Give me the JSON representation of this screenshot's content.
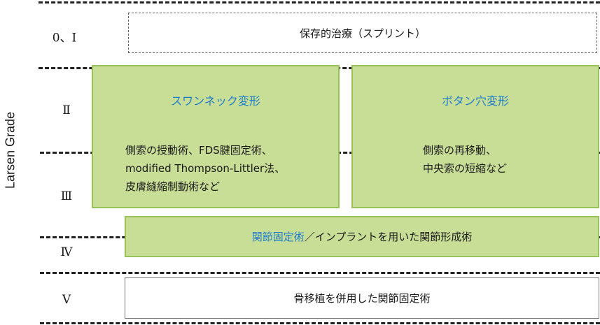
{
  "axis_label": "Larsen Grade",
  "grades": [
    "0、Ⅰ",
    "Ⅱ",
    "Ⅲ",
    "Ⅳ",
    "Ⅴ"
  ],
  "conservative": "保存的治療（スプリント）",
  "swan_neck": {
    "title": "スワンネック変形",
    "lines": [
      "側索の授動術、FDS腱固定術、",
      "modified Thompson-Littler法、",
      "皮膚縫縮制動術など"
    ]
  },
  "boutonniere": {
    "title": "ボタン穴変形",
    "lines": [
      "側索の再移動、",
      "中央索の短縮など"
    ]
  },
  "grade4": {
    "highlight": "関節固定術",
    "rest": "／インプラントを用いた関節形成術"
  },
  "grade5": "骨移植を併用した関節固定術",
  "colors": {
    "green_fill": "#c8dd96",
    "green_border": "#97c15a",
    "blue_text": "#1f7ecb"
  }
}
